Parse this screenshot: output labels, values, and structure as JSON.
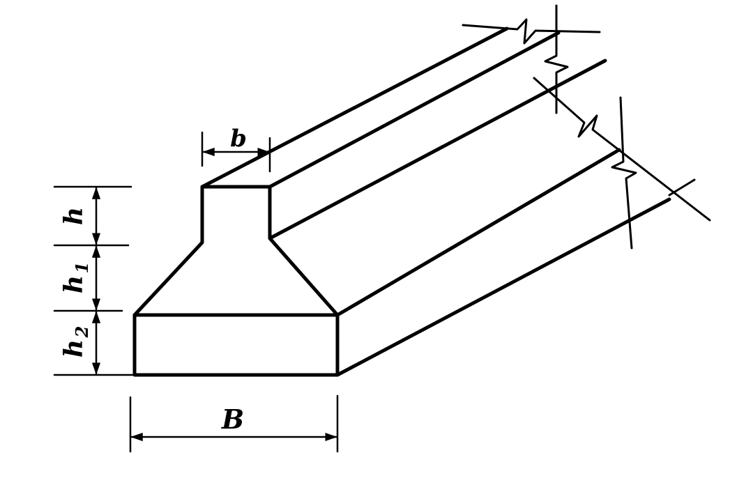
{
  "diagram": {
    "labels": {
      "b": "b",
      "h": "h",
      "h1": "h",
      "h1_sub": "1",
      "h2": "h",
      "h2_sub": "2",
      "B": "B"
    }
  }
}
